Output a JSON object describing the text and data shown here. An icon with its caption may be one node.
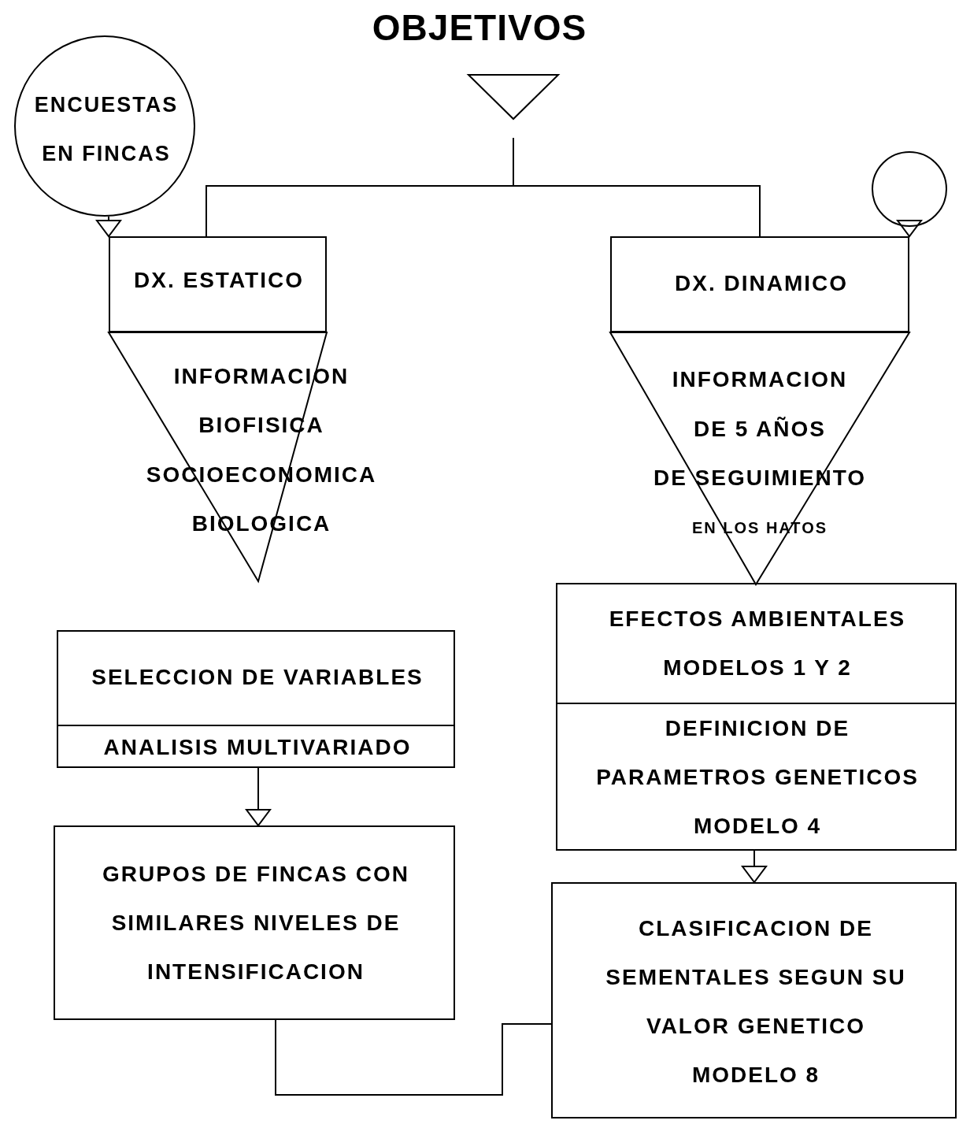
{
  "diagram": {
    "title": "OBJETIVOS",
    "nodes": [
      {
        "text": [
          "ENCUESTAS EN FINCAS"
        ]
      },
      {
        "text": [
          "DX. ESTATICO"
        ]
      },
      {
        "text": [
          "INFORMACION",
          "BIOFISICA",
          "SOCIOECONOMICA",
          "BIOLOGICA"
        ]
      },
      {
        "text": [
          "SELECCION DE VARIABLES",
          "ANALISIS MULTIVARIADO"
        ]
      },
      {
        "text": [
          "GRUPOS DE FINCAS CON SIMILARES NIVELES DE INTENSIFICACION"
        ]
      },
      {
        "text": [],
        "shape": "circle"
      },
      {
        "text": [
          "DX. DINAMICO"
        ]
      },
      {
        "text": [
          "INFORMACION",
          "DE 5 AÑOS",
          "DE SEGUIMIENTO",
          "EN LOS HATOS"
        ]
      },
      {
        "text": [
          "EFECTOS AMBIENTALES MODELOS 1 Y 2",
          "DEFINICION DE PARAMETROS GENETICOS MODELO 4"
        ]
      },
      {
        "text": [
          "CLASIFICACION DE SEMENTALES SEGUN SU VALOR GENETICO MODELO 8"
        ]
      },
      {
        "text": [],
        "shape": "triangle"
      }
    ],
    "edges": [
      {
        "from": 10,
        "to": 1,
        "arrow": "none"
      },
      {
        "from": 10,
        "to": 6,
        "arrow": "none"
      },
      {
        "from": 0,
        "to": 1,
        "arrow": "to"
      },
      {
        "from": 5,
        "to": 6,
        "arrow": "to"
      },
      {
        "from": 3,
        "to": 4,
        "arrow": "to"
      },
      {
        "from": 8,
        "to": 9,
        "arrow": "to"
      },
      {
        "from": 4,
        "to": 9,
        "arrow": "none"
      }
    ]
  }
}
